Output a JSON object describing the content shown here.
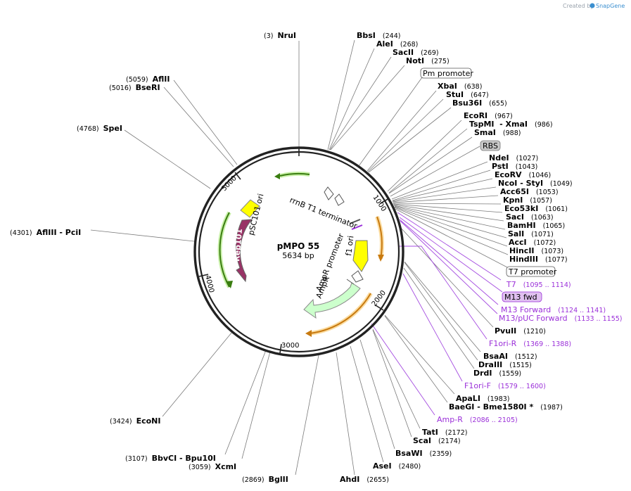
{
  "watermark": {
    "prefix": "Created by",
    "brand": "SnapGene",
    "brand_color": "#3b8fd0"
  },
  "plasmid": {
    "name": "pMPO 55",
    "size": "5634 bp",
    "length": 5634
  },
  "colors": {
    "backbone": "#222222",
    "primer": "#9b30d9",
    "line": "#7a7a7a",
    "primer_line": "#a44be0"
  },
  "ticks": [
    "1000",
    "2000",
    "3000",
    "4000",
    "5000"
  ],
  "enzymes": [
    {
      "id": "e1",
      "name": "NruI",
      "pos": "(3)",
      "label_side": "left"
    },
    {
      "id": "e2",
      "name": "BbsI",
      "pos": "(244)",
      "label_side": "right"
    },
    {
      "id": "e3",
      "name": "AleI",
      "pos": "(268)",
      "label_side": "right"
    },
    {
      "id": "e4",
      "name": "SacII",
      "pos": "(269)",
      "label_side": "right"
    },
    {
      "id": "e5",
      "name": "NotI",
      "pos": "(275)",
      "label_side": "right"
    },
    {
      "id": "e6",
      "name": "XbaI",
      "pos": "(638)",
      "label_side": "right"
    },
    {
      "id": "e7",
      "name": "StuI",
      "pos": "(647)",
      "label_side": "right"
    },
    {
      "id": "e8",
      "name": "Bsu36I",
      "pos": "(655)",
      "label_side": "right"
    },
    {
      "id": "e9",
      "name": "EcoRI",
      "pos": "(967)",
      "label_side": "right"
    },
    {
      "id": "e10",
      "name": "TspMI  - XmaI",
      "pos": "(986)",
      "label_side": "right"
    },
    {
      "id": "e11",
      "name": "SmaI",
      "pos": "(988)",
      "label_side": "right"
    },
    {
      "id": "e12",
      "name": "NdeI",
      "pos": "(1027)",
      "label_side": "right"
    },
    {
      "id": "e13",
      "name": "PstI",
      "pos": "(1043)",
      "label_side": "right"
    },
    {
      "id": "e14",
      "name": "EcoRV",
      "pos": "(1046)",
      "label_side": "right"
    },
    {
      "id": "e15",
      "name": "NcoI  - StyI",
      "pos": "(1049)",
      "label_side": "right"
    },
    {
      "id": "e16",
      "name": "Acc65I",
      "pos": "(1053)",
      "label_side": "right"
    },
    {
      "id": "e17",
      "name": "KpnI",
      "pos": "(1057)",
      "label_side": "right"
    },
    {
      "id": "e18",
      "name": "Eco53kI",
      "pos": "(1061)",
      "label_side": "right"
    },
    {
      "id": "e19",
      "name": "SacI",
      "pos": "(1063)",
      "label_side": "right"
    },
    {
      "id": "e20",
      "name": "BamHI",
      "pos": "(1065)",
      "label_side": "right"
    },
    {
      "id": "e21",
      "name": "SalI",
      "pos": "(1071)",
      "label_side": "right"
    },
    {
      "id": "e22",
      "name": "AccI",
      "pos": "(1072)",
      "label_side": "right"
    },
    {
      "id": "e23",
      "name": "HincII",
      "pos": "(1073)",
      "label_side": "right"
    },
    {
      "id": "e24",
      "name": "HindIII",
      "pos": "(1077)",
      "label_side": "right"
    },
    {
      "id": "e25",
      "name": "PvuII",
      "pos": "(1210)",
      "label_side": "right"
    },
    {
      "id": "e26",
      "name": "BsaAI",
      "pos": "(1512)",
      "label_side": "right"
    },
    {
      "id": "e27",
      "name": "DraIII",
      "pos": "(1515)",
      "label_side": "right"
    },
    {
      "id": "e28",
      "name": "DrdI",
      "pos": "(1559)",
      "label_side": "right"
    },
    {
      "id": "e29",
      "name": "ApaLI",
      "pos": "(1983)",
      "label_side": "right"
    },
    {
      "id": "e30",
      "name": "BaeGI  - Bme1580I *",
      "pos": "(1987)",
      "label_side": "right"
    },
    {
      "id": "e31",
      "name": "TatI",
      "pos": "(2172)",
      "label_side": "right"
    },
    {
      "id": "e32",
      "name": "ScaI",
      "pos": "(2174)",
      "label_side": "right"
    },
    {
      "id": "e33",
      "name": "BsaWI",
      "pos": "(2359)",
      "label_side": "right"
    },
    {
      "id": "e34",
      "name": "AseI",
      "pos": "(2480)",
      "label_side": "right"
    },
    {
      "id": "e35",
      "name": "AhdI",
      "pos": "(2655)",
      "label_side": "right"
    },
    {
      "id": "e36",
      "name": "BglII",
      "pos": "(2869)",
      "label_side": "left"
    },
    {
      "id": "e37",
      "name": "XcmI",
      "pos": "(3059)",
      "label_side": "left"
    },
    {
      "id": "e38",
      "name": "BbvCI  - Bpu10I",
      "pos": "(3107)",
      "label_side": "left"
    },
    {
      "id": "e39",
      "name": "EcoNI",
      "pos": "(3424)",
      "label_side": "left"
    },
    {
      "id": "e40",
      "name": "AflIII  - PciI",
      "pos": "(4301)",
      "label_side": "left"
    },
    {
      "id": "e41",
      "name": "SpeI",
      "pos": "(4768)",
      "label_side": "left"
    },
    {
      "id": "e42",
      "name": "BseRI",
      "pos": "(5016)",
      "label_side": "left"
    },
    {
      "id": "e43",
      "name": "AflII",
      "pos": "(5059)",
      "label_side": "left"
    }
  ],
  "primers": [
    {
      "id": "p1",
      "name": "T7",
      "pos": "(1095 .. 1114)"
    },
    {
      "id": "p2",
      "name": "M13 Forward",
      "pos": "(1124 .. 1141)"
    },
    {
      "id": "p3",
      "name": "M13/pUC Forward",
      "pos": "(1133 .. 1155)"
    },
    {
      "id": "p4",
      "name": "F1ori-R",
      "pos": "(1369 .. 1388)"
    },
    {
      "id": "p5",
      "name": "F1ori-F",
      "pos": "(1579 .. 1600)"
    },
    {
      "id": "p6",
      "name": "Amp-R",
      "pos": "(2086 .. 2105)"
    }
  ],
  "boxed_labels": [
    {
      "id": "b1",
      "text": "Pm promoter",
      "style": "white"
    },
    {
      "id": "b2",
      "text": "RBS",
      "style": "gray"
    },
    {
      "id": "b3",
      "text": "T7 promoter",
      "style": "white"
    },
    {
      "id": "b4",
      "text": "M13 fwd",
      "style": "purple"
    }
  ],
  "features": [
    {
      "id": "f1",
      "name": "rrnB T1 terminator",
      "color": "#ffffff"
    },
    {
      "id": "f2",
      "name": "f1 ori",
      "color": "#ffff00"
    },
    {
      "id": "f3",
      "name": "AmpR promoter",
      "color": "#ffffff"
    },
    {
      "id": "f4",
      "name": "AmpR",
      "color": "#ccffcc"
    },
    {
      "id": "f5",
      "name": "pSC101 ori",
      "color": "#ffff00"
    },
    {
      "id": "f6",
      "name": "Rep101",
      "color": "#993366"
    }
  ]
}
